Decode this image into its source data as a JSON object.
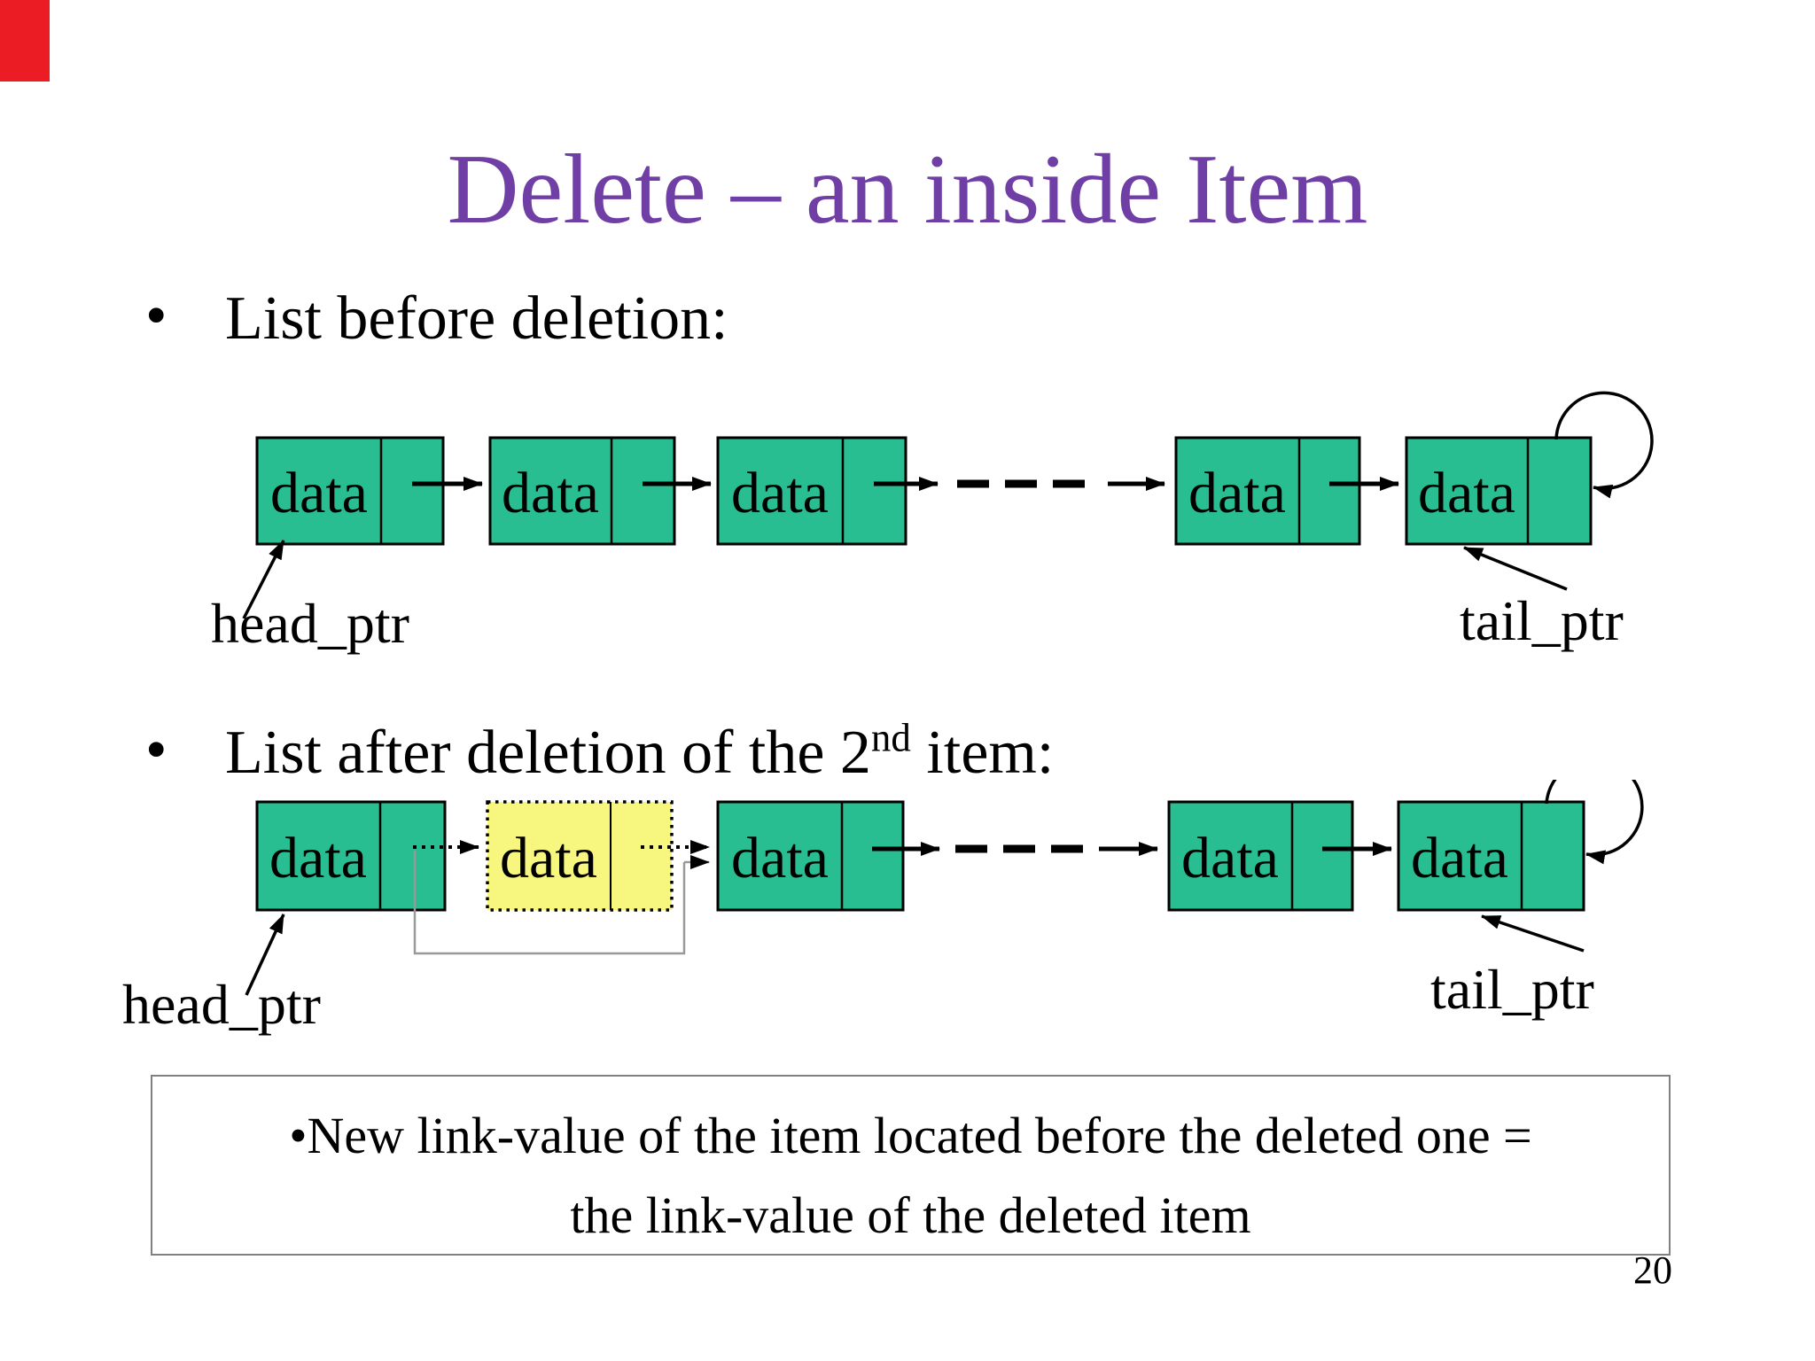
{
  "slide": {
    "title": "Delete – an inside Item",
    "bullet_char": "•",
    "bullet1": "List before deletion:",
    "bullet2_prefix": "List after deletion of the 2",
    "bullet2_sup": "nd",
    "bullet2_suffix": " item:",
    "note_line1": "•New link-value of the item located before the deleted one =",
    "note_line2": "the link-value of the deleted item",
    "page_number": "20"
  },
  "diagram": {
    "node_label": "data",
    "head_label": "head_ptr",
    "tail_label": "tail_ptr",
    "colors": {
      "node_green": "#28be91",
      "deleted_yellow": "#f7f67e",
      "title_purple": "#6f3fa6",
      "bypass_gray": "#999999",
      "corner_marker_red": "#ec1c24",
      "note_border_gray": "#808080"
    }
  }
}
